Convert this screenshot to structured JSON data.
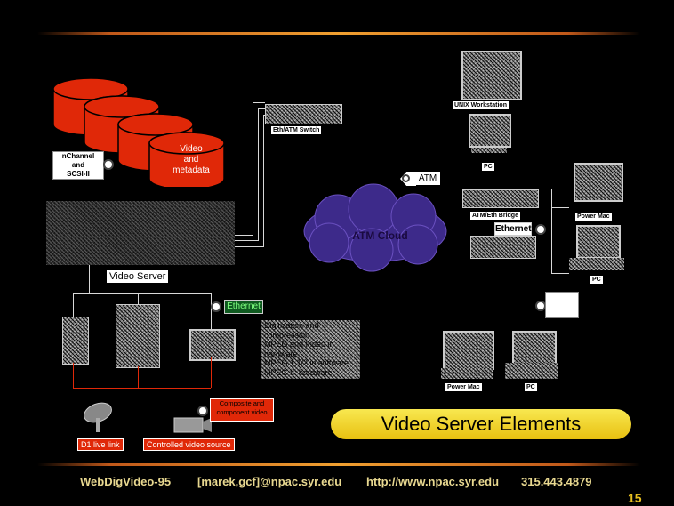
{
  "disk_label": "Video\nand\nmetadata",
  "fc_tag": "nChannel\nand\nSCSI-II",
  "video_server_label": "Video Server",
  "switch_label": "Eth/ATM Switch",
  "atm_tag": "ATM",
  "atm_cloud_label": "ATM Cloud",
  "unix_label": "UNIX Workstation",
  "pc_top_label": "PC",
  "bridge_label": "ATM/Eth Bridge",
  "ethernet_right": "Ethernet",
  "powermac_top_label": "Power Mac",
  "pc_right_label": "PC",
  "ethernet_left": "Ethernet",
  "digitization_text": "Digitization and\ncompression\nMPEG and Indeo in\nhardware\nMPEG 1,1/2 in software\nMPEG II: hardware",
  "powermac_bottom_label": "Power Mac",
  "pc_bottom_label": "PC",
  "composite_tag": "Composite and\ncomponent video",
  "d1_label": "D1 live link",
  "controlled_label": "Controlled video source",
  "title": "Video Server Elements",
  "footer": {
    "event": "WebDigVideo-95",
    "email": "[marek,gcf]@npac.syr.edu",
    "url": "http://www.npac.syr.edu",
    "phone": "315.443.4879"
  },
  "page_number": "15",
  "colors": {
    "disk_red": "#e02808",
    "rule_orange": "#f0a030",
    "title_yellow": "#f0d020",
    "footer_text": "#e8d890"
  }
}
